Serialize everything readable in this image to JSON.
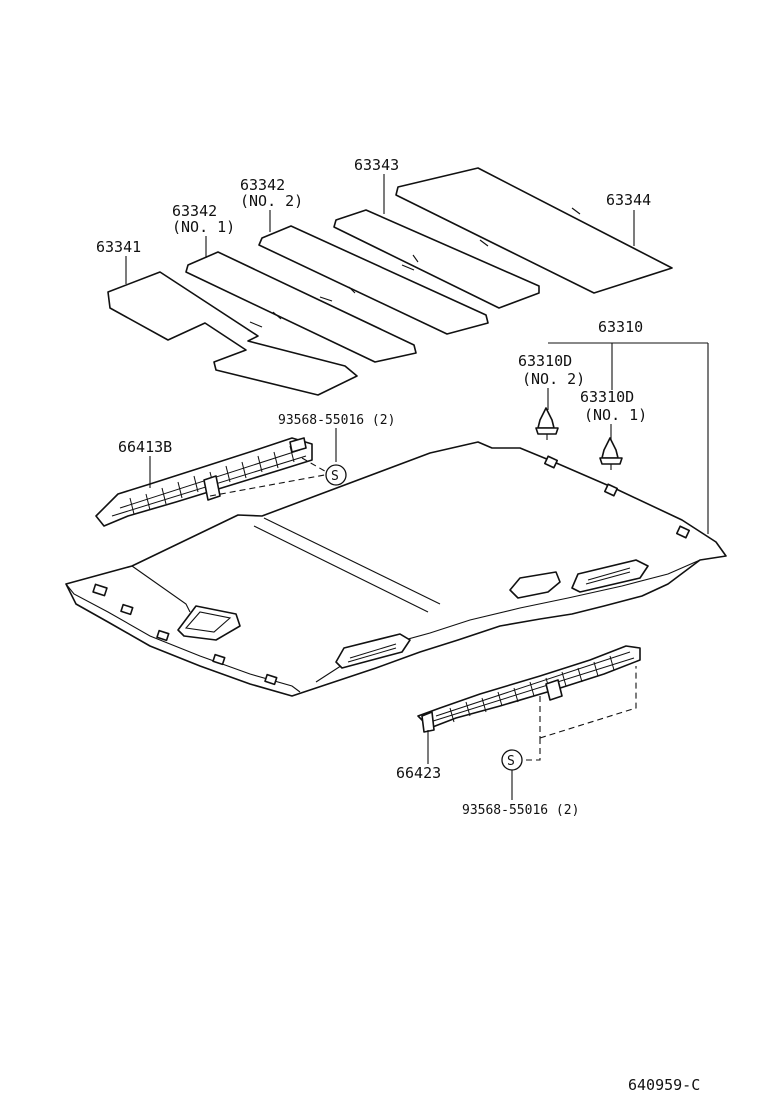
{
  "diagram": {
    "callouts": {
      "p63341": "63341",
      "p63342_no1_num": "63342",
      "p63342_no1_sub": "(NO. 1)",
      "p63342_no2_num": "63342",
      "p63342_no2_sub": "(NO. 2)",
      "p63343": "63343",
      "p63344": "63344",
      "p63310": "63310",
      "p63310d_no2_num": "63310D",
      "p63310d_no2_sub": "(NO. 2)",
      "p63310d_no1_num": "63310D",
      "p63310d_no1_sub": "(NO. 1)",
      "p66413b": "66413B",
      "screw_upper": "93568-55016 (2)",
      "p66423": "66423",
      "screw_lower": "93568-55016 (2)"
    },
    "screw_symbol": "S",
    "reference_code": "640959-C"
  }
}
